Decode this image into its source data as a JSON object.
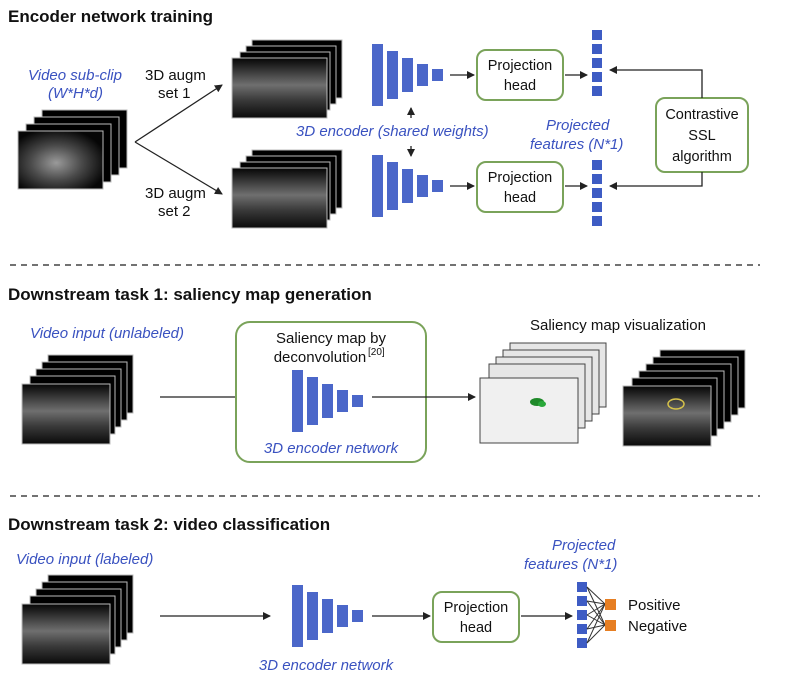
{
  "section1": {
    "title": "Encoder network training",
    "input_label_line1": "Video sub-clip",
    "input_label_line2": "(W*H*d)",
    "aug1_line1": "3D augm",
    "aug1_line2": "set 1",
    "aug2_line1": "3D augm",
    "aug2_line2": "set 2",
    "encoder_label": "3D encoder (shared weights)",
    "projection_line1": "Projection",
    "projection_line2": "head",
    "features_line1": "Projected",
    "features_line2": "features (N*1)",
    "ssl_line1": "Contrastive",
    "ssl_line2": "SSL",
    "ssl_line3": "algorithm"
  },
  "section2": {
    "title": "Downstream task 1: saliency map generation",
    "input_label": "Video input (unlabeled)",
    "box_line1": "Saliency map by",
    "box_line2": "deconvolution",
    "box_ref": "[20]",
    "encoder_label": "3D encoder network",
    "visualization_label": "Saliency map visualization"
  },
  "section3": {
    "title": "Downstream task 2: video classification",
    "input_label": "Video input (labeled)",
    "encoder_label": "3D encoder network",
    "projection_line1": "Projection",
    "projection_line2": "head",
    "features_line1": "Projected",
    "features_line2": "features (N*1)",
    "class_positive": "Positive",
    "class_negative": "Negative"
  },
  "colors": {
    "accent_blue": "#3a52c0",
    "encoder_blue": "#4b67c9",
    "box_green": "#7aa35a",
    "output_orange": "#e67e22",
    "saliency_green": "#1f8a2a"
  }
}
